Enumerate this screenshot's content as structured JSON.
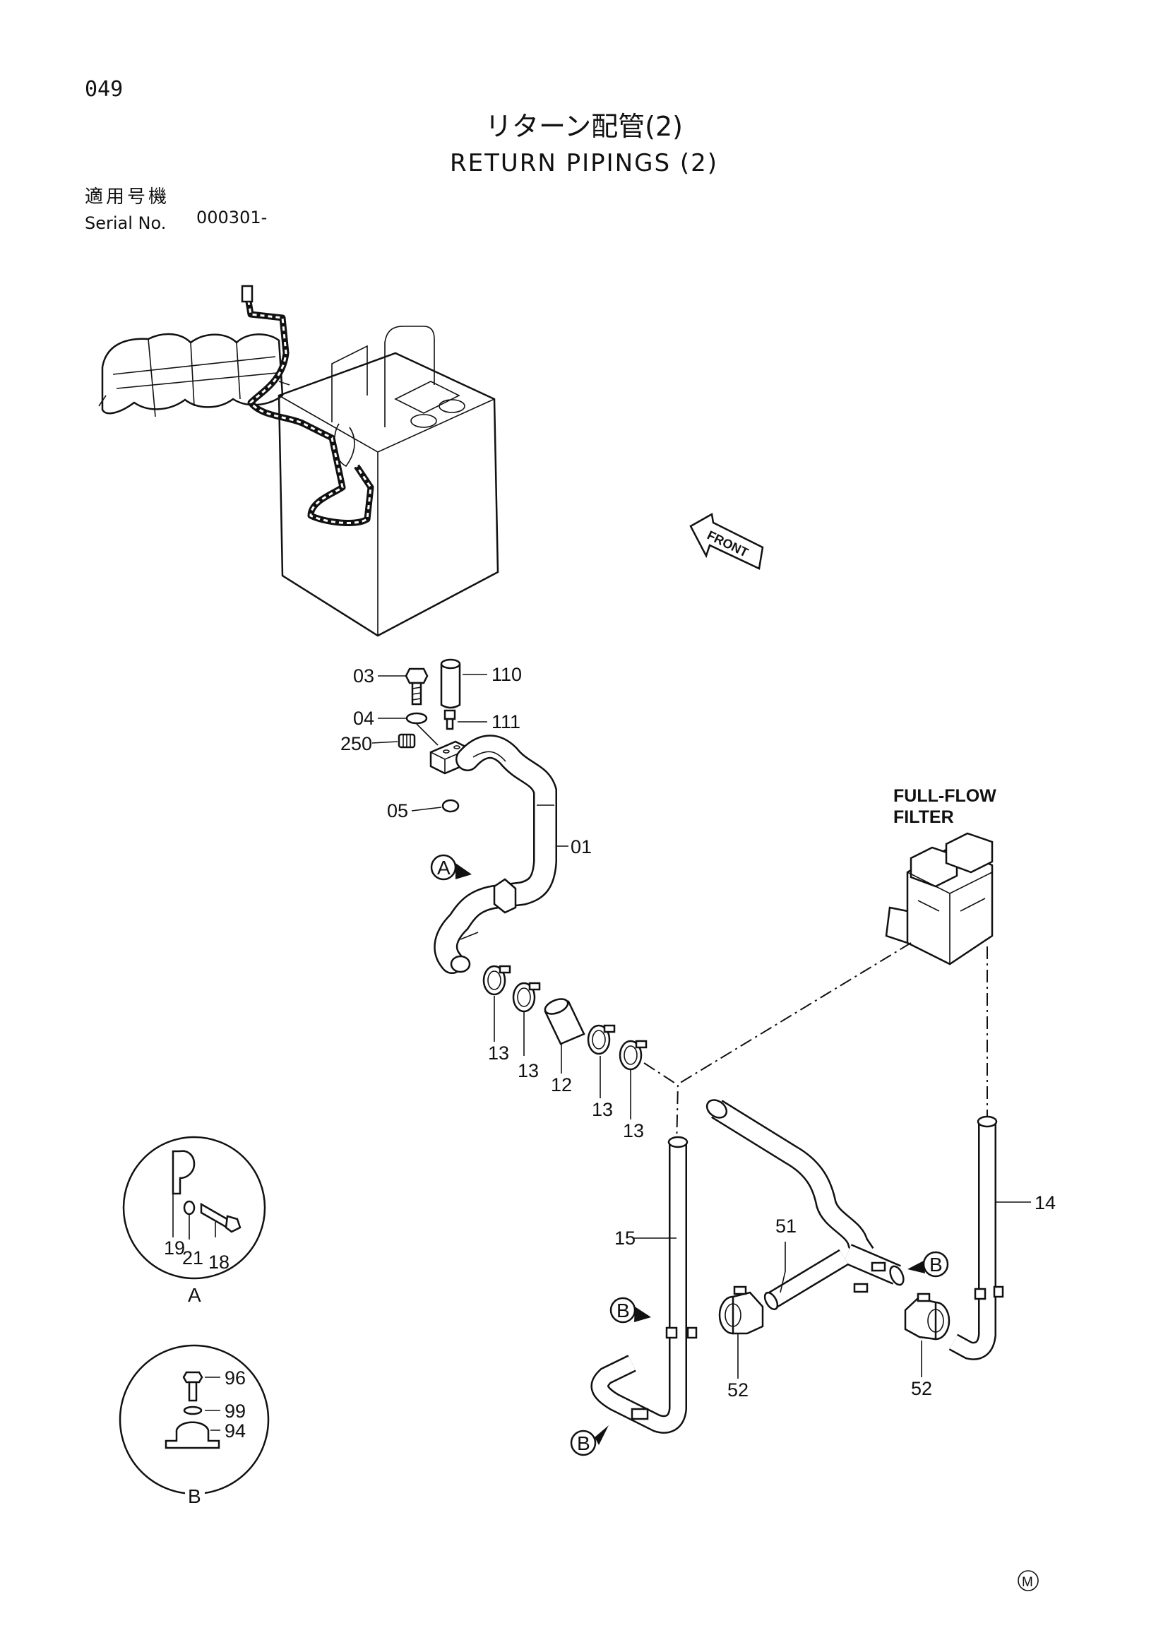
{
  "page_number": "049",
  "title_jp": "リターン配管(2)",
  "title_en": "RETURN PIPINGS (2)",
  "serial": {
    "label_jp": "適用号機",
    "label_en": "Serial No.",
    "value": "000301-"
  },
  "front_label": "FRONT",
  "filter_label": [
    "FULL-FLOW",
    "FILTER"
  ],
  "detail_a": {
    "name": "A",
    "parts": [
      "19",
      "21",
      "18"
    ]
  },
  "detail_b": {
    "name": "B",
    "parts": [
      "96",
      "99",
      "94"
    ]
  },
  "callouts": {
    "p03": "03",
    "p04": "04",
    "p250": "250",
    "p05": "05",
    "p110": "110",
    "p111": "111",
    "p01": "01",
    "p13a": "13",
    "p13b": "13",
    "p12": "12",
    "p13c": "13",
    "p13d": "13",
    "p15": "15",
    "p51": "51",
    "p14": "14",
    "p52a": "52",
    "p52b": "52"
  },
  "view_markers": {
    "a": "A",
    "b1": "B",
    "b2": "B",
    "b3": "B"
  },
  "mark": "M"
}
